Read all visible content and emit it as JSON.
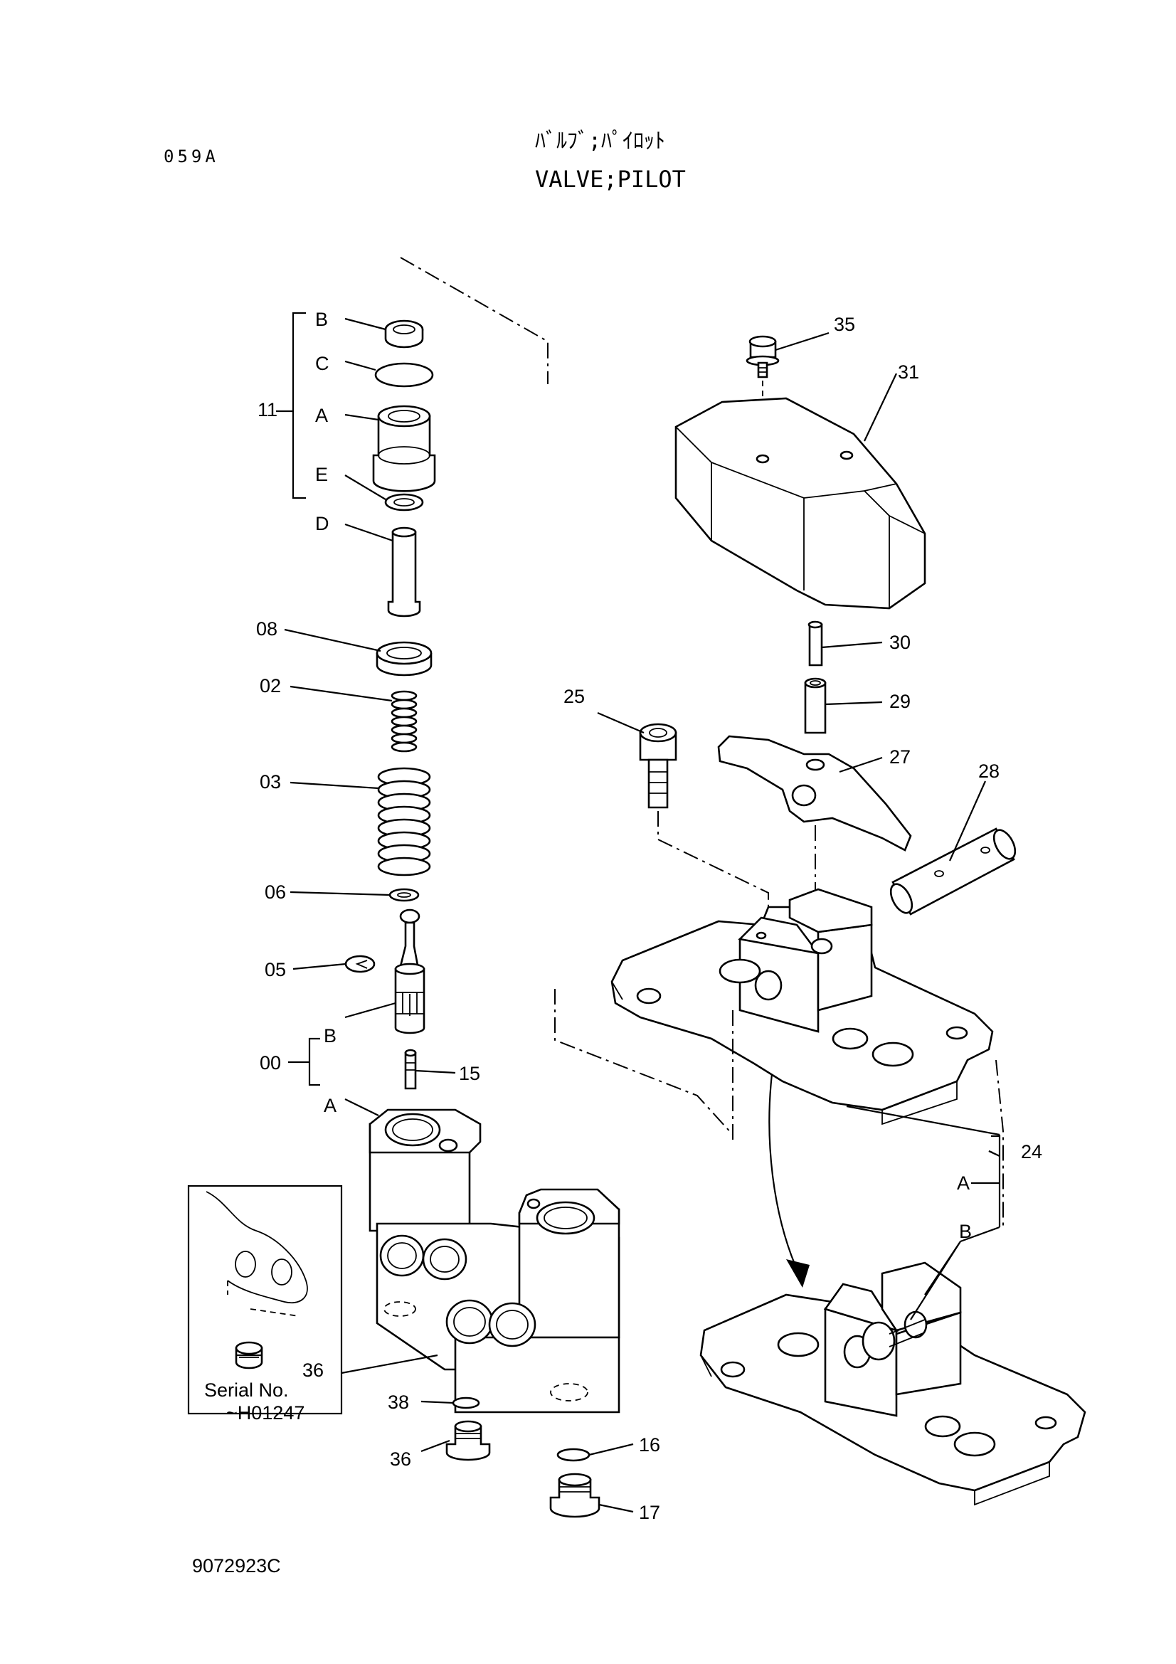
{
  "header": {
    "section_code": "059A",
    "title_jp": "ﾊﾞﾙﾌﾞ;ﾊﾟｲﾛｯﾄ",
    "title_en": "VALVE;PILOT"
  },
  "labels": {
    "p35": "35",
    "p31": "31",
    "p30": "30",
    "p29": "29",
    "p27": "27",
    "p28": "28",
    "p25": "25",
    "p24": "24",
    "p24a": "A",
    "p24b": "B",
    "p11": "11",
    "p11b": "B",
    "p11c": "C",
    "p11a": "A",
    "p11e": "E",
    "p11d": "D",
    "p08": "08",
    "p02": "02",
    "p03": "03",
    "p06": "06",
    "p05": "05",
    "p00": "00",
    "p00b": "B",
    "p00a": "A",
    "p15": "15",
    "p36_inset": "36",
    "p38": "38",
    "p36": "36",
    "p16": "16",
    "p17": "17"
  },
  "inset": {
    "serial_label": "Serial No.",
    "serial_range": "~H01247"
  },
  "footer": {
    "drawing_number": "9072923C"
  }
}
